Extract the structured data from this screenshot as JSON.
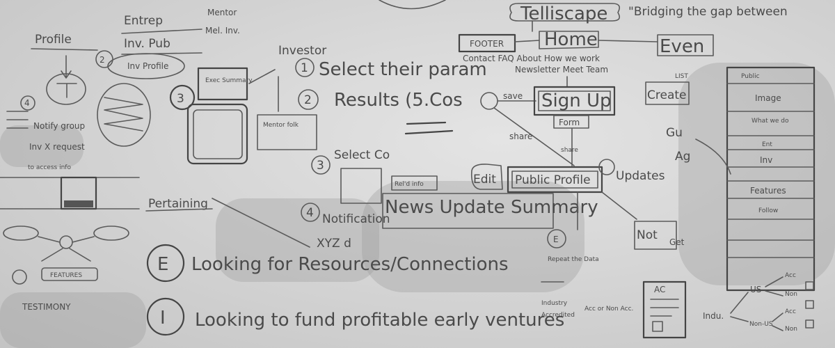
{
  "whiteboard": {
    "top_left": {
      "profile": "Profile",
      "entrep": "Entrep",
      "inv_pub": "Inv. Pub",
      "inv_profile": "Inv Profile",
      "mentor_top": "Mentor",
      "mentor_inv": "Mel. Inv.",
      "notify_group": "Notify group",
      "inv_request": "Inv X request",
      "access_info": "to access info",
      "exec_summary": "Exec Summary",
      "mentor_folk": "Mentor folk",
      "pertaining": "Pertaining",
      "features": "FEATURES",
      "testimony": "TESTIMONY"
    },
    "investor_flow": {
      "heading": "Investor",
      "step1": "Select their param",
      "step2": "Results (5.Cos",
      "step3": "Select Co",
      "step4": "Notification",
      "xyz": "XYZ d",
      "news_update": "News Update Summary",
      "rel_info": "Rel'd info"
    },
    "site_map": {
      "brand": "Telliscape",
      "tagline": "\"Bridging the gap between",
      "footer": "FOOTER",
      "home": "Home",
      "events": "Even",
      "nav_links": "Contact FAQ About How we work",
      "nav_links2": "Newsletter Meet Team",
      "save": "save",
      "share": "share",
      "share2": "share",
      "sign_up": "Sign Up",
      "form": "Form",
      "edit": "Edit",
      "public_profile": "Public Profile",
      "updates": "Updates",
      "create": "Create",
      "list": "LIST",
      "guest": "Gu",
      "ag": "Ag"
    },
    "legend": {
      "e_label": "Looking for Resources/Connections",
      "i_label": "Looking to fund profitable early ventures"
    },
    "lower_right": {
      "repeat": "Repeat the Data",
      "industry": "Industry",
      "accredited": "Accredited",
      "acc_non": "Acc or Non Acc.",
      "ac": "AC",
      "indu": "Indu.",
      "us": "US",
      "non_us": "Non-US",
      "acc1": "Acc",
      "non1": "Non",
      "acc2": "Acc",
      "non2": "Non",
      "not": "Not",
      "get": "Get"
    },
    "stack": {
      "public": "Public",
      "image": "Image",
      "what": "What we do",
      "ent": "Ent",
      "inv": "Inv",
      "features": "Features",
      "follow": "Follow"
    }
  }
}
